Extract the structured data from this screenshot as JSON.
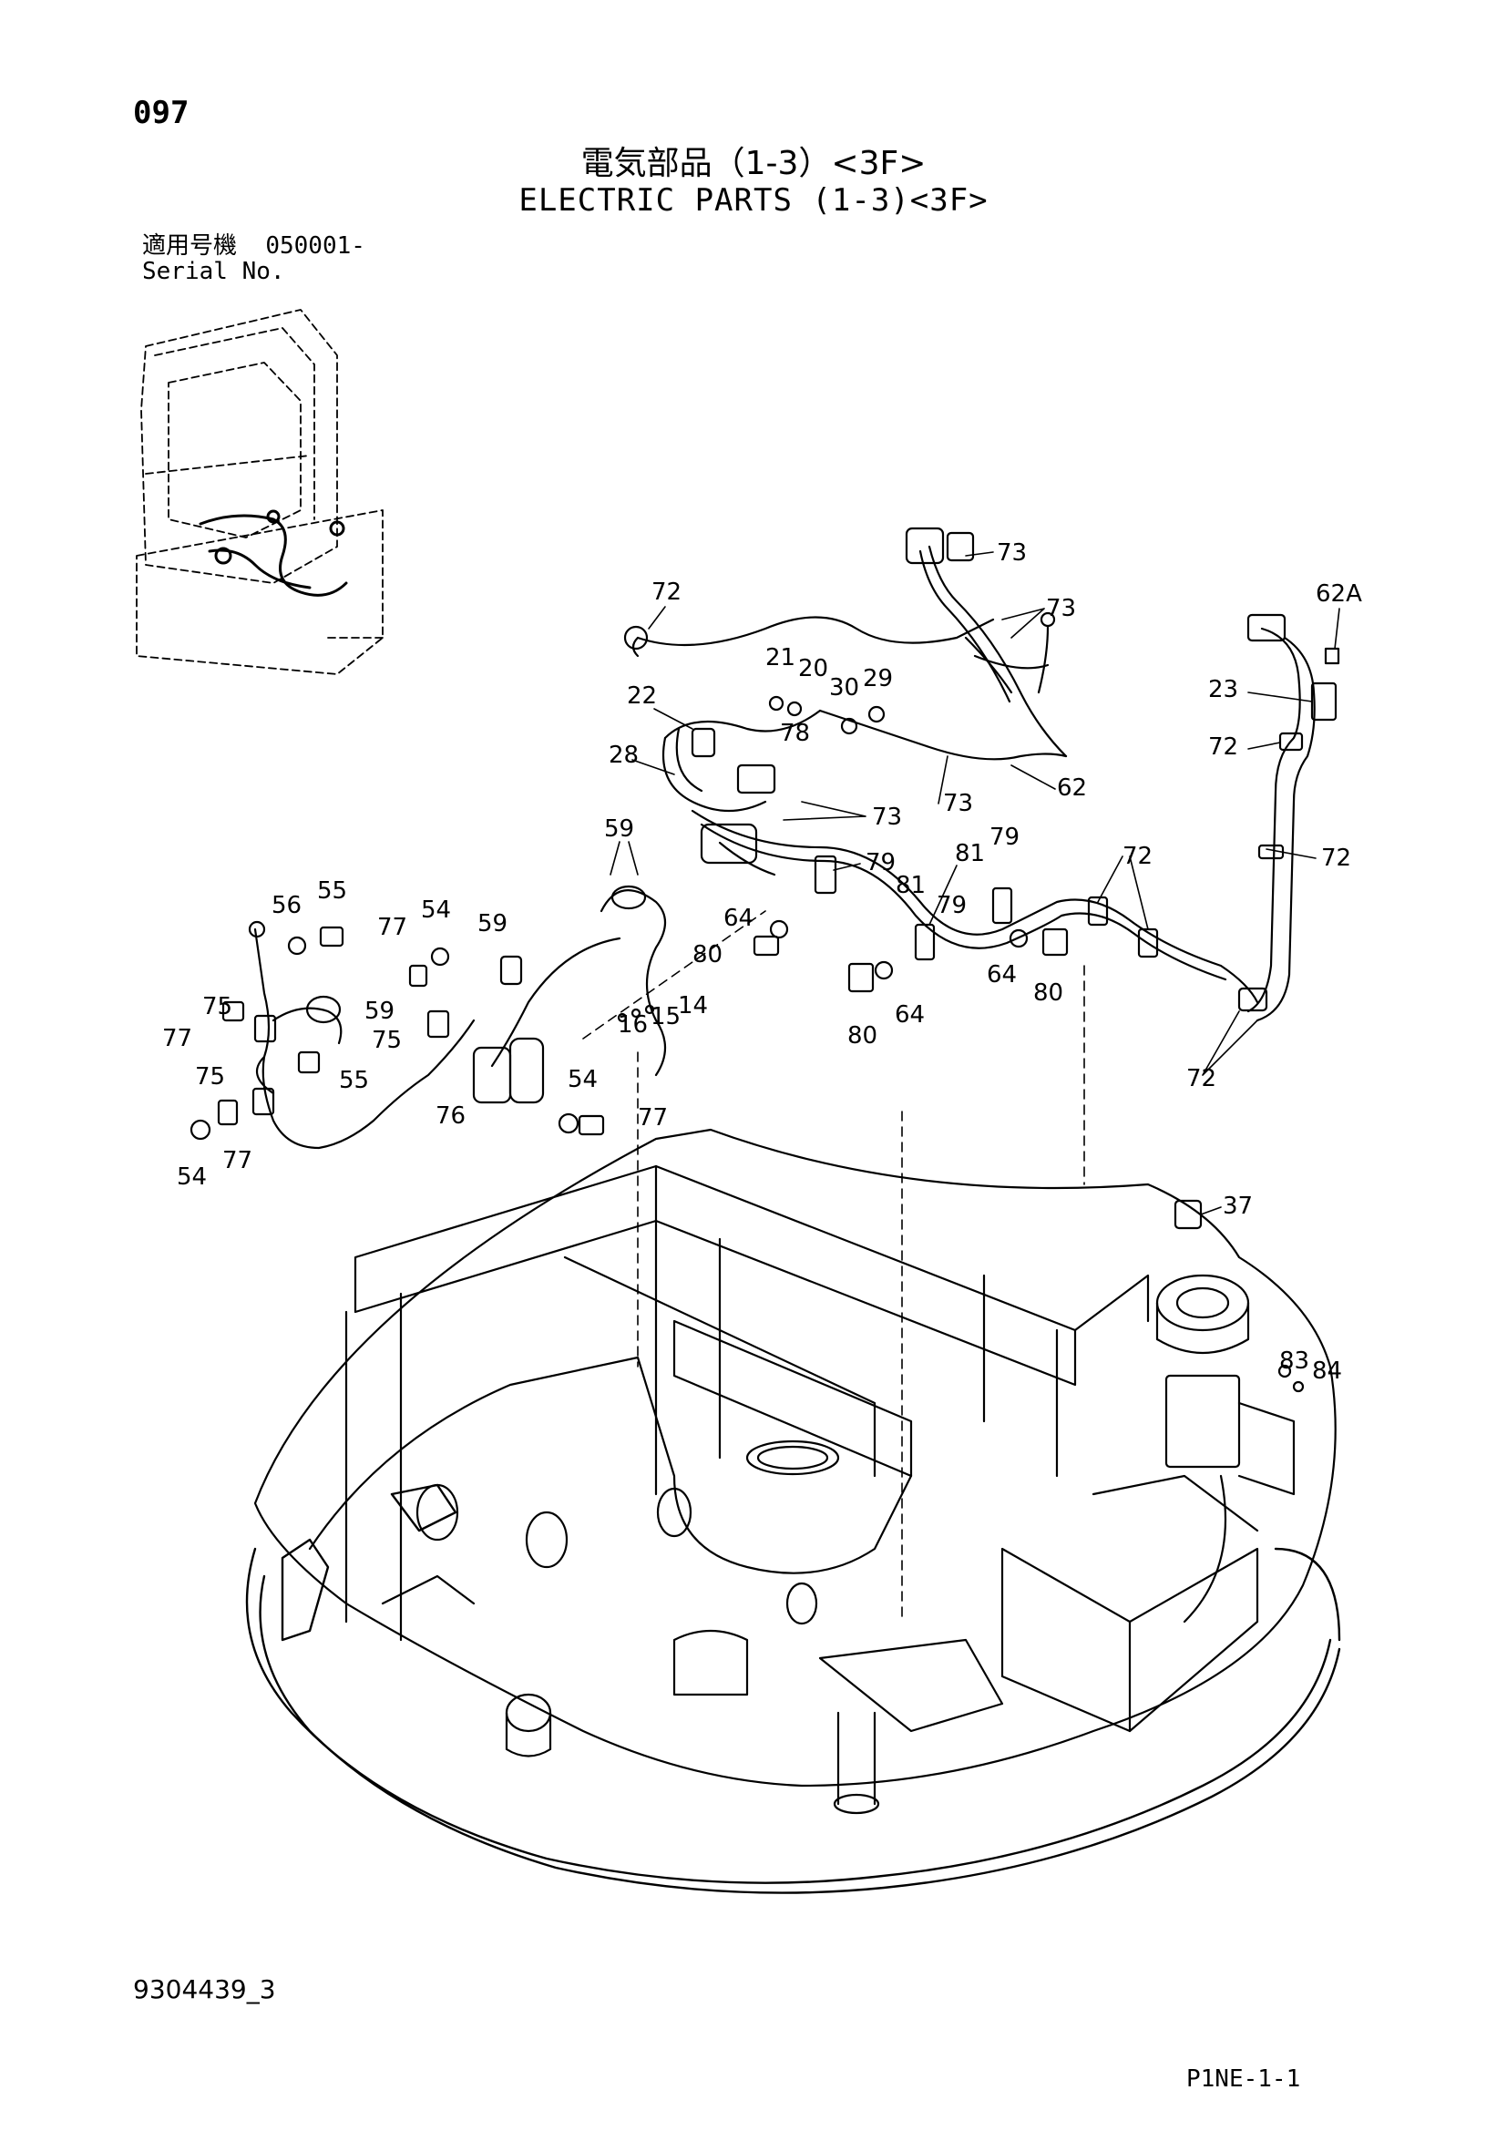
{
  "page_number": "097",
  "title_jp": "電気部品（1-3）<3F>",
  "title_en": "ELECTRIC PARTS (1-3)<3F>",
  "serial": {
    "label_jp": "適用号機",
    "value": "050001-",
    "label_en": "Serial No."
  },
  "callouts": [
    "73",
    "73",
    "72",
    "62A",
    "21",
    "20",
    "30",
    "29",
    "22",
    "78",
    "23",
    "28",
    "62",
    "72",
    "73",
    "73",
    "59",
    "79",
    "81",
    "79",
    "72",
    "72",
    "56",
    "55",
    "77",
    "54",
    "59",
    "64",
    "81",
    "79",
    "80",
    "64",
    "80",
    "80",
    "64",
    "75",
    "59",
    "16",
    "15",
    "14",
    "77",
    "75",
    "55",
    "54",
    "72",
    "76",
    "77",
    "75",
    "77",
    "54",
    "37",
    "83",
    "84"
  ],
  "footer": {
    "document_number": "9304439_3",
    "page_code": "P1NE-1-1"
  }
}
